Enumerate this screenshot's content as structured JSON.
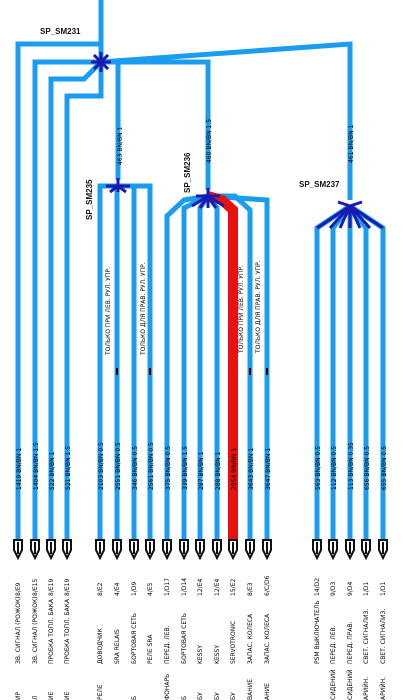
{
  "colors": {
    "wire": "#1a9cf0",
    "wire_highlight": "#e8110f",
    "node": "#1a1ab0",
    "connector": "#111111"
  },
  "splices": [
    "SP_SM231",
    "SP_SM235",
    "SP_SM236",
    "SP_SM237"
  ],
  "trunk_wires": [
    {
      "label": "463 BN/BN 1"
    },
    {
      "label": "460 BN/BN 1.5"
    },
    {
      "label": "461 BN/BN 1"
    }
  ],
  "notes": [
    "ТОЛЬКО ПРИ ЛЕВ. РУЛ. УПР.",
    "ТОЛЬКО ДЛЯ ПРАВ. РУЛ. УПР.",
    "ТОЛЬКО ПРИ ЛЕВ. РУЛ. УПР.",
    "ТОЛЬКО ДЛЯ ПРАВ. РУЛ. УПР."
  ],
  "branches": [
    {
      "wire": "1419 BN/BN 1",
      "pin": "8/E9",
      "dest": "ЗВ. СИГНАЛ (РОЖОК)",
      "prefix": "ИР"
    },
    {
      "wire": "1404 BN/BN 1.5",
      "pin": "8/E15",
      "dest": "ЗВ. СИГНАЛ (РОЖОК)",
      "prefix": "Л"
    },
    {
      "wire": "522 BN/BN 1",
      "pin": "8/E19",
      "dest": "ПРОБКА ТОПЛ. БАКА",
      "prefix": "ИЕ"
    },
    {
      "wire": "521 BN/BN 1.5",
      "pin": "8/E19",
      "dest": "ПРОБКА ТОПЛ. БАКА",
      "prefix": "ИЕ"
    },
    {
      "wire": "2103 BN/BN 0.5",
      "pin": "8/E2",
      "dest": "ДОВОДЧИК",
      "prefix": "РЕЛЕ"
    },
    {
      "wire": "2551 BN/BN 0.5",
      "pin": "4/E4",
      "dest": "SRA RELAIS",
      "prefix": ""
    },
    {
      "wire": "346 BN/BN 0.5",
      "pin": "1/D9",
      "dest": "БОРТОВАЯ СЕТЬ",
      "prefix": "Б"
    },
    {
      "wire": "2561 BN/BN 0.5",
      "pin": "4/E5",
      "dest": "РЕЛЕ SRA",
      "prefix": ""
    },
    {
      "wire": "375 BN/BN 0.5",
      "pin": "1/D17",
      "dest": "ПЕРЕД. ЛЕВ.",
      "prefix": "ФОНАРЬ"
    },
    {
      "wire": "339 BN/BN 1.5",
      "pin": "1/D14",
      "dest": "БОРТОВАЯ СЕТЬ",
      "prefix": "Б"
    },
    {
      "wire": "287 BN/BN 1",
      "pin": "12/E4",
      "dest": "KESSY",
      "prefix": "БУ"
    },
    {
      "wire": "288 BN/BN 1",
      "pin": "12/E4",
      "dest": "KESSY",
      "prefix": "БУ"
    },
    {
      "wire": "2954 BN/BN 1",
      "pin": "15/E2",
      "dest": "SERVOTRONIC",
      "prefix": "БУ"
    },
    {
      "wire": "3643 BN/BN 1",
      "pin": "8/E3",
      "dest": "ЗАПАС. КОЛЕСА",
      "prefix": "ВАНИЕ"
    },
    {
      "wire": "3647 BN/BN 1",
      "pin": "6/C/D6",
      "dest": "ЗАПАС. КОЛЕСА",
      "prefix": "АНИЕ"
    },
    {
      "wire": "563 BN/BN 0.5",
      "pin": "14/D2",
      "dest": "PSM ВЫКЛЮЧАТЕЛЬ",
      "prefix": ""
    },
    {
      "wire": "112 BN/BN 0.5",
      "pin": "9/D3",
      "dest": "ПЕРЕД. ЛЕВ.",
      "prefix": "СИДЕНИЙ"
    },
    {
      "wire": "113 BN/BN 0.35",
      "pin": "9/D4",
      "dest": "ПЕРЕД. ПРАВ.",
      "prefix": "СИДЕНИЙ"
    },
    {
      "wire": "656 BN/BN 0.5",
      "pin": "1/D1",
      "dest": "СВЕТ. СИГНАЛИЗ.",
      "prefix": "АРИЙН."
    },
    {
      "wire": "655 BN/BN 0.5",
      "pin": "1/D1",
      "dest": "СВЕТ. СИГНАЛИЗ.",
      "prefix": "АРИЙН."
    }
  ]
}
